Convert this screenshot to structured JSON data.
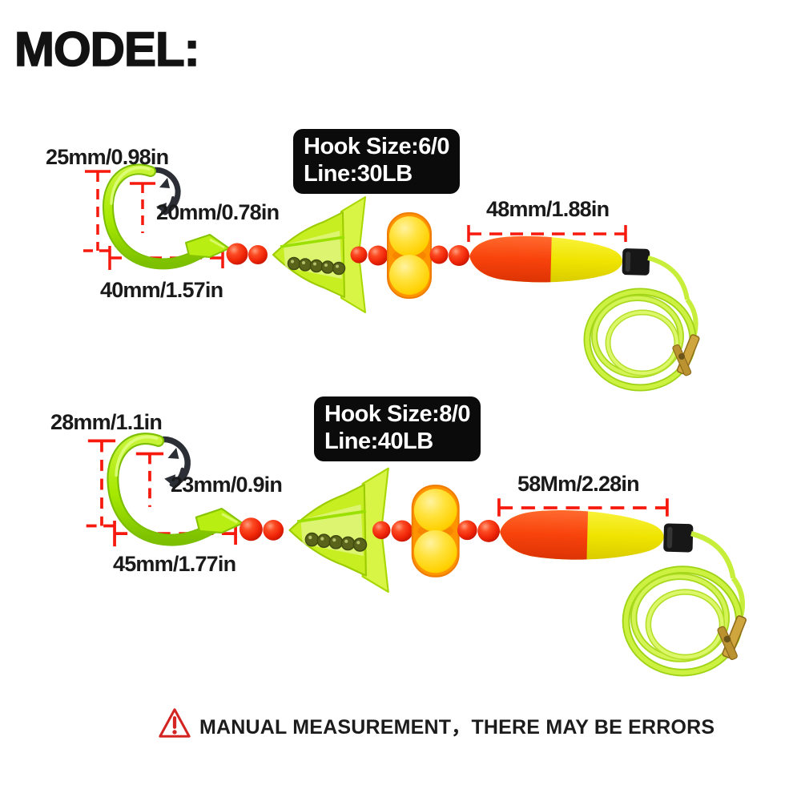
{
  "title": "MODEL:",
  "rigs": [
    {
      "tag": {
        "hook_size": "Hook Size:6/0",
        "line": "Line:30LB"
      },
      "dims": {
        "hook_height": "25mm/0.98in",
        "gap": "20mm/0.78in",
        "length": "40mm/1.57in",
        "float": "48mm/1.88in"
      }
    },
    {
      "tag": {
        "hook_size": "Hook Size:8/0",
        "line": "Line:40LB"
      },
      "dims": {
        "hook_height": "28mm/1.1in",
        "gap": "23mm/0.9in",
        "length": "45mm/1.77in",
        "float": "58Mm/2.28in"
      }
    }
  ],
  "footer": {
    "warning_icon": "warning-triangle",
    "warning_text": "MANUAL MEASUREMENT，THERE MAY BE ERRORS"
  },
  "colors": {
    "dimension_red": "#f6190d",
    "bead_red": "#f32309",
    "chartreuse": "#a8e800",
    "squid_green": "#c6ee20",
    "float_orange": "#f8490e",
    "float_yellow": "#efe400",
    "ball_yellow": "#ffd900",
    "capsule_orange": "#ff9300",
    "tag_bg": "#0b0b0b",
    "warning_red": "#d42421"
  }
}
